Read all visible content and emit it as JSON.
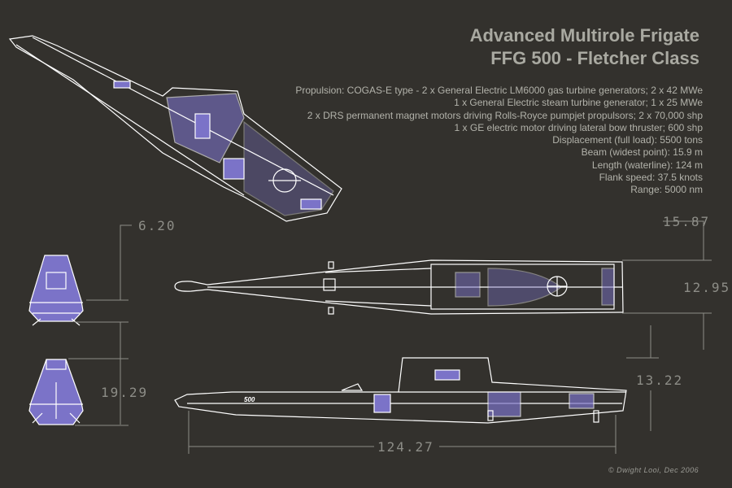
{
  "title": {
    "line1": "Advanced Multirole Frigate",
    "line2": "FFG 500 - Fletcher Class"
  },
  "specs": [
    "Propulsion: COGAS-E type - 2 x General Electric LM6000 gas turbine generators; 2 x 42 MWe",
    "1 x General Electric steam turbine generator; 1 x  25 MWe",
    "2 x DRS permanent magnet motors driving Rolls-Royce pumpjet propulsors; 2 x 70,000 shp",
    "1 x GE electric motor driving lateral bow thruster; 600 shp",
    "Displacement (full load): 5500 tons",
    "Beam (widest point): 15.9 m",
    "Length (waterline): 124 m",
    "Flank speed: 37.5 knots",
    "Range: 5000 nm"
  ],
  "dimensions": {
    "front_height": "6.20",
    "front_total": "19.29",
    "plan_top": "15.87",
    "plan_beam": "12.95",
    "side_height": "13.22",
    "length": "124.27"
  },
  "hull_number": "500",
  "copyright": "© Dwight Looi, Dec 2006",
  "colors": {
    "background": "#33312d",
    "line": "#ffffff",
    "fill": "#7b73c8",
    "dimension": "#8d8d87"
  }
}
